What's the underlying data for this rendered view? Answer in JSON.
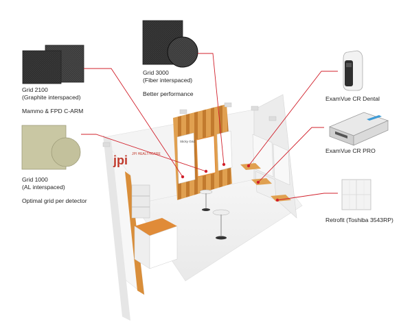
{
  "products": {
    "grid2100": {
      "line1": "Grid 2100",
      "line2": "(Graphite interspaced)",
      "line3": "Mammo & FPD C-ARM"
    },
    "grid3000": {
      "line1": "Grid 3000",
      "line2": "(Fiber interspaced)",
      "line3": "Better performance"
    },
    "grid1000": {
      "line1": "Grid 1000",
      "line2": "(AL interspaced)",
      "line3": "Optimal grid per detector"
    },
    "examvue_dental": {
      "label": "ExamVue CR Dental"
    },
    "examvue_pro": {
      "label": "ExamVue CR PRO"
    },
    "retrofit": {
      "label": "Retrofit (Toshiba 3543RP)"
    }
  },
  "booth": {
    "logo_text": "jpi",
    "wall_title": "Sticky Grid",
    "brand_strip": "JPI HEALTHCARE"
  },
  "colors": {
    "leader": "#d11f2a",
    "wood": "#d98e3a",
    "grid_dark": "#2b2b2b",
    "grid_al": "#c9c7a3",
    "wall": "#f4f4f4"
  }
}
